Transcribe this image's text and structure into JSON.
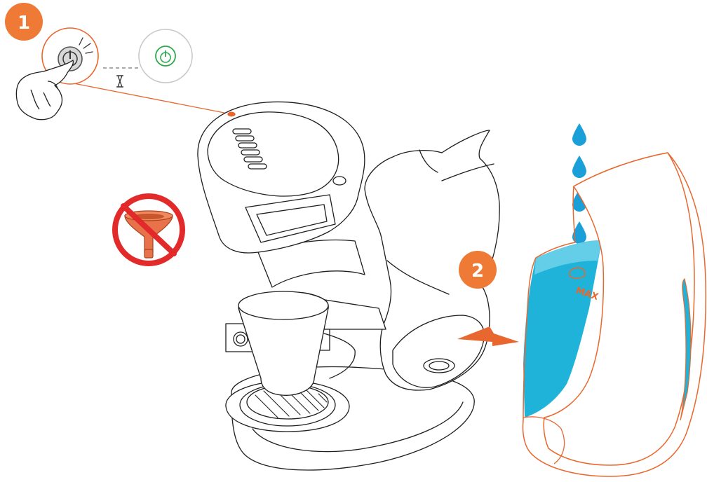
{
  "steps": [
    {
      "number": "1"
    },
    {
      "number": "2"
    }
  ],
  "tank": {
    "max_label": "MAX"
  },
  "colors": {
    "accent_orange": "#E8672E",
    "step_badge": "#EE7A35",
    "water_blue": "#1FB3DA",
    "water_drop": "#1A9FD8",
    "power_ready_green": "#2EA84A",
    "prohibited_red": "#E32A2A",
    "line": "#1e1e1e"
  },
  "icons": [
    "power-button-icon",
    "hand-pointing-icon",
    "hourglass-icon",
    "power-ready-icon",
    "no-milk-funnel-icon",
    "water-drop-icon",
    "push-arrow-icon"
  ]
}
